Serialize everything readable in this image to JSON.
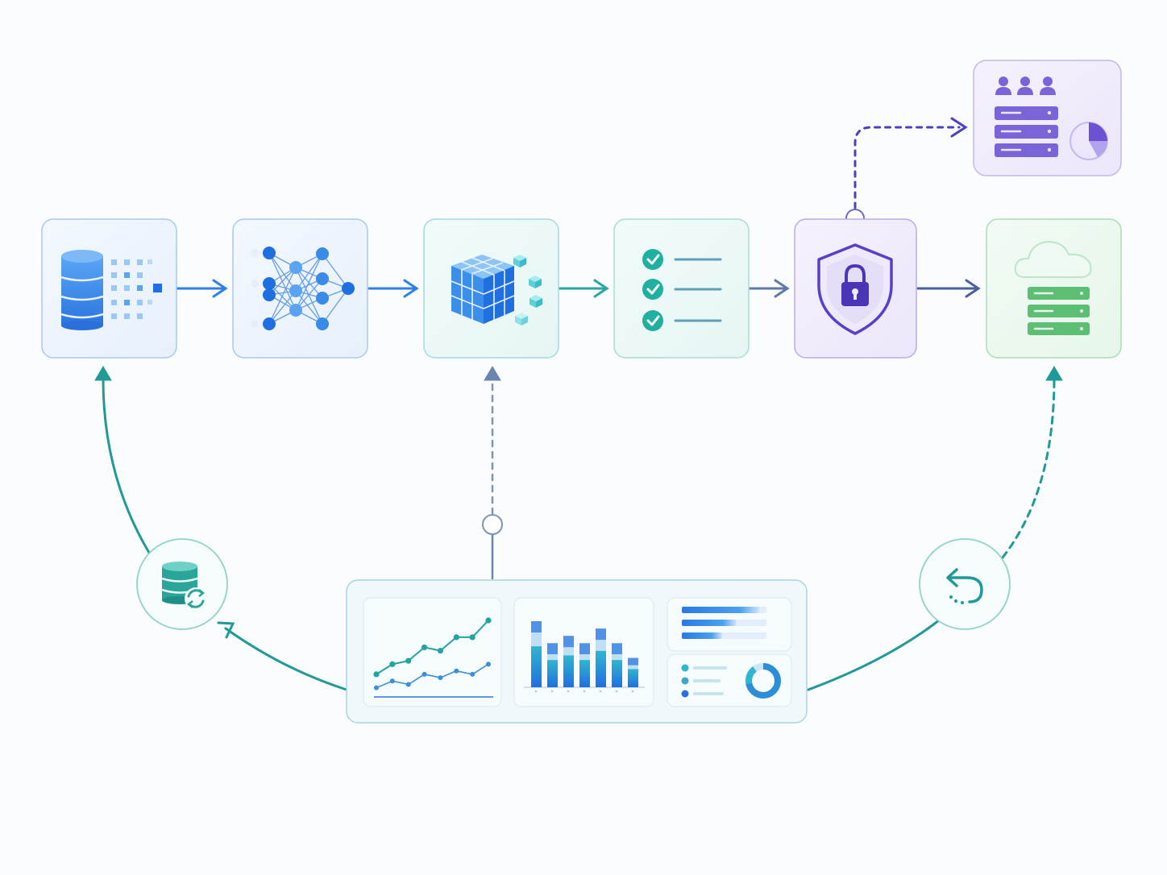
{
  "diagram": {
    "pipeline": [
      {
        "id": "data-ingestion",
        "icon": "database-stream-icon",
        "accent": "#2f7fe6"
      },
      {
        "id": "neural-training",
        "icon": "neural-network-icon",
        "accent": "#2a78e4"
      },
      {
        "id": "model-packaging",
        "icon": "cube-icon",
        "accent": "#2f86ea"
      },
      {
        "id": "validation",
        "icon": "checklist-icon",
        "accent": "#1fb0a0"
      },
      {
        "id": "security",
        "icon": "shield-lock-icon",
        "accent": "#5a3fc8"
      },
      {
        "id": "cloud-deploy",
        "icon": "cloud-server-icon",
        "accent": "#5cc07a"
      }
    ],
    "side_nodes": [
      {
        "id": "access-servers",
        "icon": "team-servers-icon",
        "accent": "#7b63d8"
      },
      {
        "id": "data-refresh",
        "icon": "database-refresh-icon",
        "accent": "#2aa59a"
      },
      {
        "id": "rollback",
        "icon": "undo-icon",
        "accent": "#2aa59a"
      },
      {
        "id": "monitoring-dashboard",
        "icon": "dashboard-icon",
        "accent": "#3aa6c8"
      }
    ],
    "colors": {
      "blue": "#2f7fe6",
      "teal": "#27a39b",
      "slate": "#5f7aa8",
      "purple": "#4a3fc5",
      "green": "#5cc07a"
    }
  },
  "dashboard": {
    "line_chart": {
      "type": "line",
      "series": [
        {
          "values": [
            6,
            9,
            10,
            14,
            13,
            17,
            17,
            22
          ]
        },
        {
          "values": [
            2,
            4,
            3,
            6,
            5,
            7,
            6,
            9
          ]
        }
      ]
    },
    "bar_chart": {
      "type": "bar",
      "values": [
        9,
        6,
        7,
        6,
        8,
        6,
        4
      ]
    },
    "hbar_progress": [
      0.82,
      0.55,
      0.38
    ],
    "donut": {
      "value": 0.72
    }
  }
}
